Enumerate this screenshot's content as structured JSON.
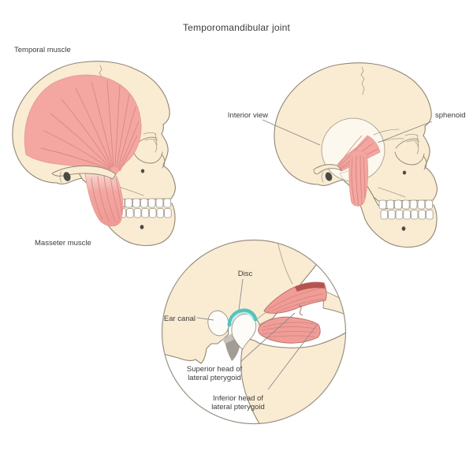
{
  "title": "Temporomandibular joint",
  "labels": {
    "temporal_muscle": "Temporal muscle",
    "masseter_muscle": "Masseter muscle",
    "interior_view": "Interior view",
    "sphenoid": "sphenoid",
    "disc": "Disc",
    "ear_canal": "Ear canal",
    "superior_head_1": "Superior head of",
    "superior_head_2": "lateral pterygoid",
    "inferior_head_1": "Inferior head of",
    "inferior_head_2": "lateral pterygoid"
  },
  "palette": {
    "background": "#ffffff",
    "bone": "#faecd3",
    "bone_outline": "#8f8673",
    "muscle_pink": "#f4a6a1",
    "muscle_striation": "#da8781",
    "muscle_dark_edge": "#b5534e",
    "disc_teal": "#53c3bc",
    "disc_highlight": "#bfe9e5",
    "shadow_grey": "#a19d95",
    "label_text": "#3c3c3c",
    "leader_line": "#8c8c8c",
    "teeth": "#ffffff"
  }
}
